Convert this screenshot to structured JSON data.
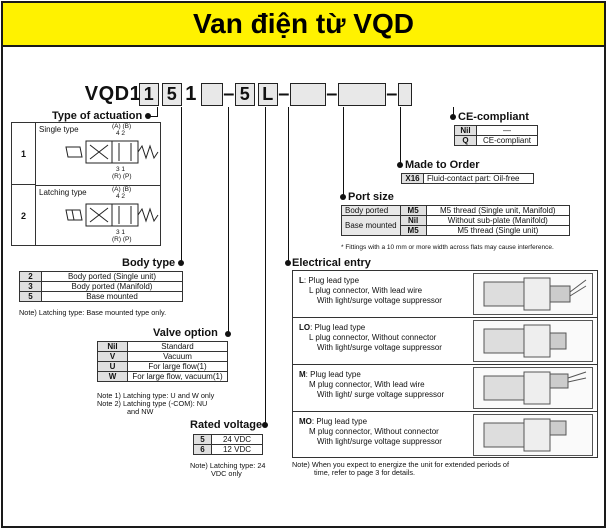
{
  "title": "Van điện từ VQD",
  "code": {
    "prefix": "VQD1",
    "box1": "1",
    "box2": "5",
    "plain": "1",
    "box4": "5",
    "box5": "L"
  },
  "actuation": {
    "heading": "Type of actuation",
    "rows": [
      {
        "num": "1",
        "name": "Single type",
        "ports_top": "(A) (B)",
        "ports_top_num": "4   2",
        "ports_bot_num": "3   1",
        "ports_bot": "(R) (P)"
      },
      {
        "num": "2",
        "name": "Latching type",
        "ports_top": "(A) (B)",
        "ports_top_num": "4   2",
        "ports_bot_num": "3   1",
        "ports_bot": "(R) (P)"
      }
    ]
  },
  "body_type": {
    "heading": "Body type",
    "rows": [
      {
        "k": "2",
        "v": "Body ported (Single unit)"
      },
      {
        "k": "3",
        "v": "Body ported (Manifold)"
      },
      {
        "k": "5",
        "v": "Base mounted"
      }
    ],
    "note": "Note) Latching type: Base mounted type only."
  },
  "valve_option": {
    "heading": "Valve option",
    "rows": [
      {
        "k": "Nil",
        "v": "Standard"
      },
      {
        "k": "V",
        "v": "Vacuum"
      },
      {
        "k": "U",
        "v": "For large flow(1)"
      },
      {
        "k": "W",
        "v": "For large flow, vacuum(1)"
      }
    ],
    "note1": "Note 1) Latching type: U and W only",
    "note2": "Note 2) Latching type (-COM): NU",
    "note3": "and NW"
  },
  "rated_voltage": {
    "heading": "Rated voltage",
    "rows": [
      {
        "k": "5",
        "v": "24 VDC"
      },
      {
        "k": "6",
        "v": "12 VDC"
      }
    ],
    "note1": "Note) Latching type: 24",
    "note2": "VDC only"
  },
  "ce": {
    "heading": "CE-compliant",
    "rows": [
      {
        "k": "Nil",
        "v": "—"
      },
      {
        "k": "Q",
        "v": "CE-compliant"
      }
    ]
  },
  "made_to_order": {
    "heading": "Made to Order",
    "rows": [
      {
        "k": "X16",
        "v": "Fluid-contact part: Oil-free"
      }
    ]
  },
  "port_size": {
    "heading": "Port size",
    "rows": [
      {
        "type": "Body ported",
        "k": "M5",
        "v": "M5 thread  (Single unit, Manifold)"
      },
      {
        "type": "Base mounted",
        "k": "Nil",
        "v": "Without sub-plate (Manifold)"
      },
      {
        "type": "",
        "k": "M5",
        "v": "M5 thread (Single unit)"
      }
    ],
    "note": "* Fittings with a 10 mm or more width across flats may cause interference."
  },
  "electrical_entry": {
    "heading": "Electrical entry",
    "rows": [
      {
        "code": "L",
        "t1": ": Plug lead type",
        "t2": "L plug connector, With lead wire",
        "t3": "With light/surge voltage suppressor"
      },
      {
        "code": "LO",
        "t1": ": Plug lead type",
        "t2": "L plug connector, Without connector",
        "t3": "With light/surge voltage suppressor"
      },
      {
        "code": "M",
        "t1": ": Plug lead type",
        "t2": "M plug connector, With lead wire",
        "t3": "With light/ surge voltage suppressor"
      },
      {
        "code": "MO",
        "t1": ": Plug lead type",
        "t2": "M plug connector, Without connector",
        "t3": "With light/surge voltage suppressor"
      }
    ],
    "note1": "Note) When you expect to energize the unit for extended periods of",
    "note2": "time, refer to page 3 for details."
  }
}
